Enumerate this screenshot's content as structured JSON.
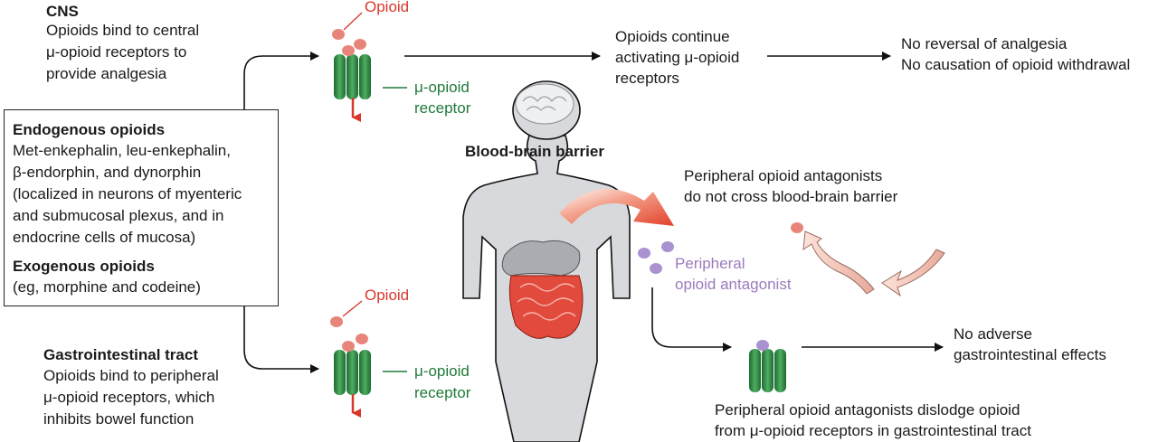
{
  "cns": {
    "heading": "CNS",
    "lines": [
      "Opioids bind to central",
      "μ-opioid receptors to",
      "provide analgesia"
    ]
  },
  "top_receptor": {
    "opioid_label": "Opioid",
    "receptor_label": [
      "μ-opioid",
      "receptor"
    ]
  },
  "continue": {
    "lines": [
      "Opioids continue",
      "activating μ-opioid",
      "receptors"
    ]
  },
  "outcome_top": {
    "lines": [
      "No reversal of analgesia",
      "No causation of opioid withdrawal"
    ]
  },
  "box": {
    "endogenous_heading": "Endogenous opioids",
    "endogenous_lines": [
      "Met-enkephalin, leu-enkephalin,",
      "β-endorphin, and dynorphin",
      "(localized in neurons of myenteric",
      "and submucosal plexus, and in",
      "endocrine cells of mucosa)"
    ],
    "exogenous_heading": "Exogenous opioids",
    "exogenous_lines": [
      "(eg, morphine and codeine)"
    ]
  },
  "bbb_label": "Blood-brain barrier",
  "antagonist_note": {
    "lines": [
      "Peripheral opioid antagonists",
      "do not cross blood-brain barrier"
    ]
  },
  "antagonist_label": {
    "lines": [
      "Peripheral",
      "opioid antagonist"
    ]
  },
  "gi": {
    "heading": "Gastrointestinal tract",
    "lines": [
      "Opioids bind to peripheral",
      "μ-opioid receptors, which",
      "inhibits bowel function"
    ]
  },
  "bottom_receptor": {
    "opioid_label": "Opioid",
    "receptor_label": [
      "μ-opioid",
      "receptor"
    ]
  },
  "outcome_bottom": {
    "lines": [
      "No adverse",
      "gastrointestinal effects"
    ]
  },
  "dislodge": {
    "lines": [
      "Peripheral opioid antagonists  dislodge opioid",
      "from μ-opioid  receptors in gastrointestinal tract"
    ]
  },
  "colors": {
    "opioid": "#e8857a",
    "receptor": "#2f8a45",
    "antagonist": "#a992cf",
    "signal_arrow": "#d9372b"
  }
}
